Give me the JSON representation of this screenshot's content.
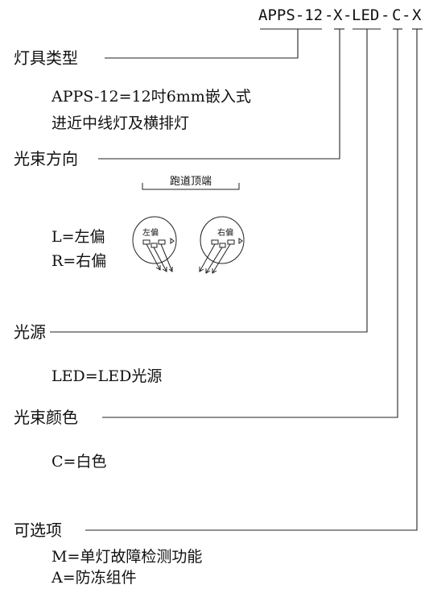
{
  "code": {
    "parts": [
      "APPS-12",
      "-",
      "X",
      "-",
      "LED",
      "-",
      "C",
      "-",
      "X"
    ]
  },
  "sections": {
    "fixture_type": {
      "heading": "灯具类型",
      "lines": [
        "APPS-12=12吋6mm嵌入式",
        "进近中线灯及横排灯"
      ]
    },
    "beam_direction": {
      "heading": "光束方向",
      "runway_end_label": "跑道顶端",
      "lines": [
        "L=左偏",
        "R=右偏"
      ],
      "left_lamp_label": "左偏",
      "right_lamp_label": "右偏"
    },
    "light_source": {
      "heading": "光源",
      "lines": [
        "LED=LED光源"
      ]
    },
    "beam_color": {
      "heading": "光束颜色",
      "lines": [
        "C=白色"
      ]
    },
    "options": {
      "heading": "可选项",
      "lines": [
        "M=单灯故障检测功能",
        "A=防冻组件"
      ]
    }
  }
}
